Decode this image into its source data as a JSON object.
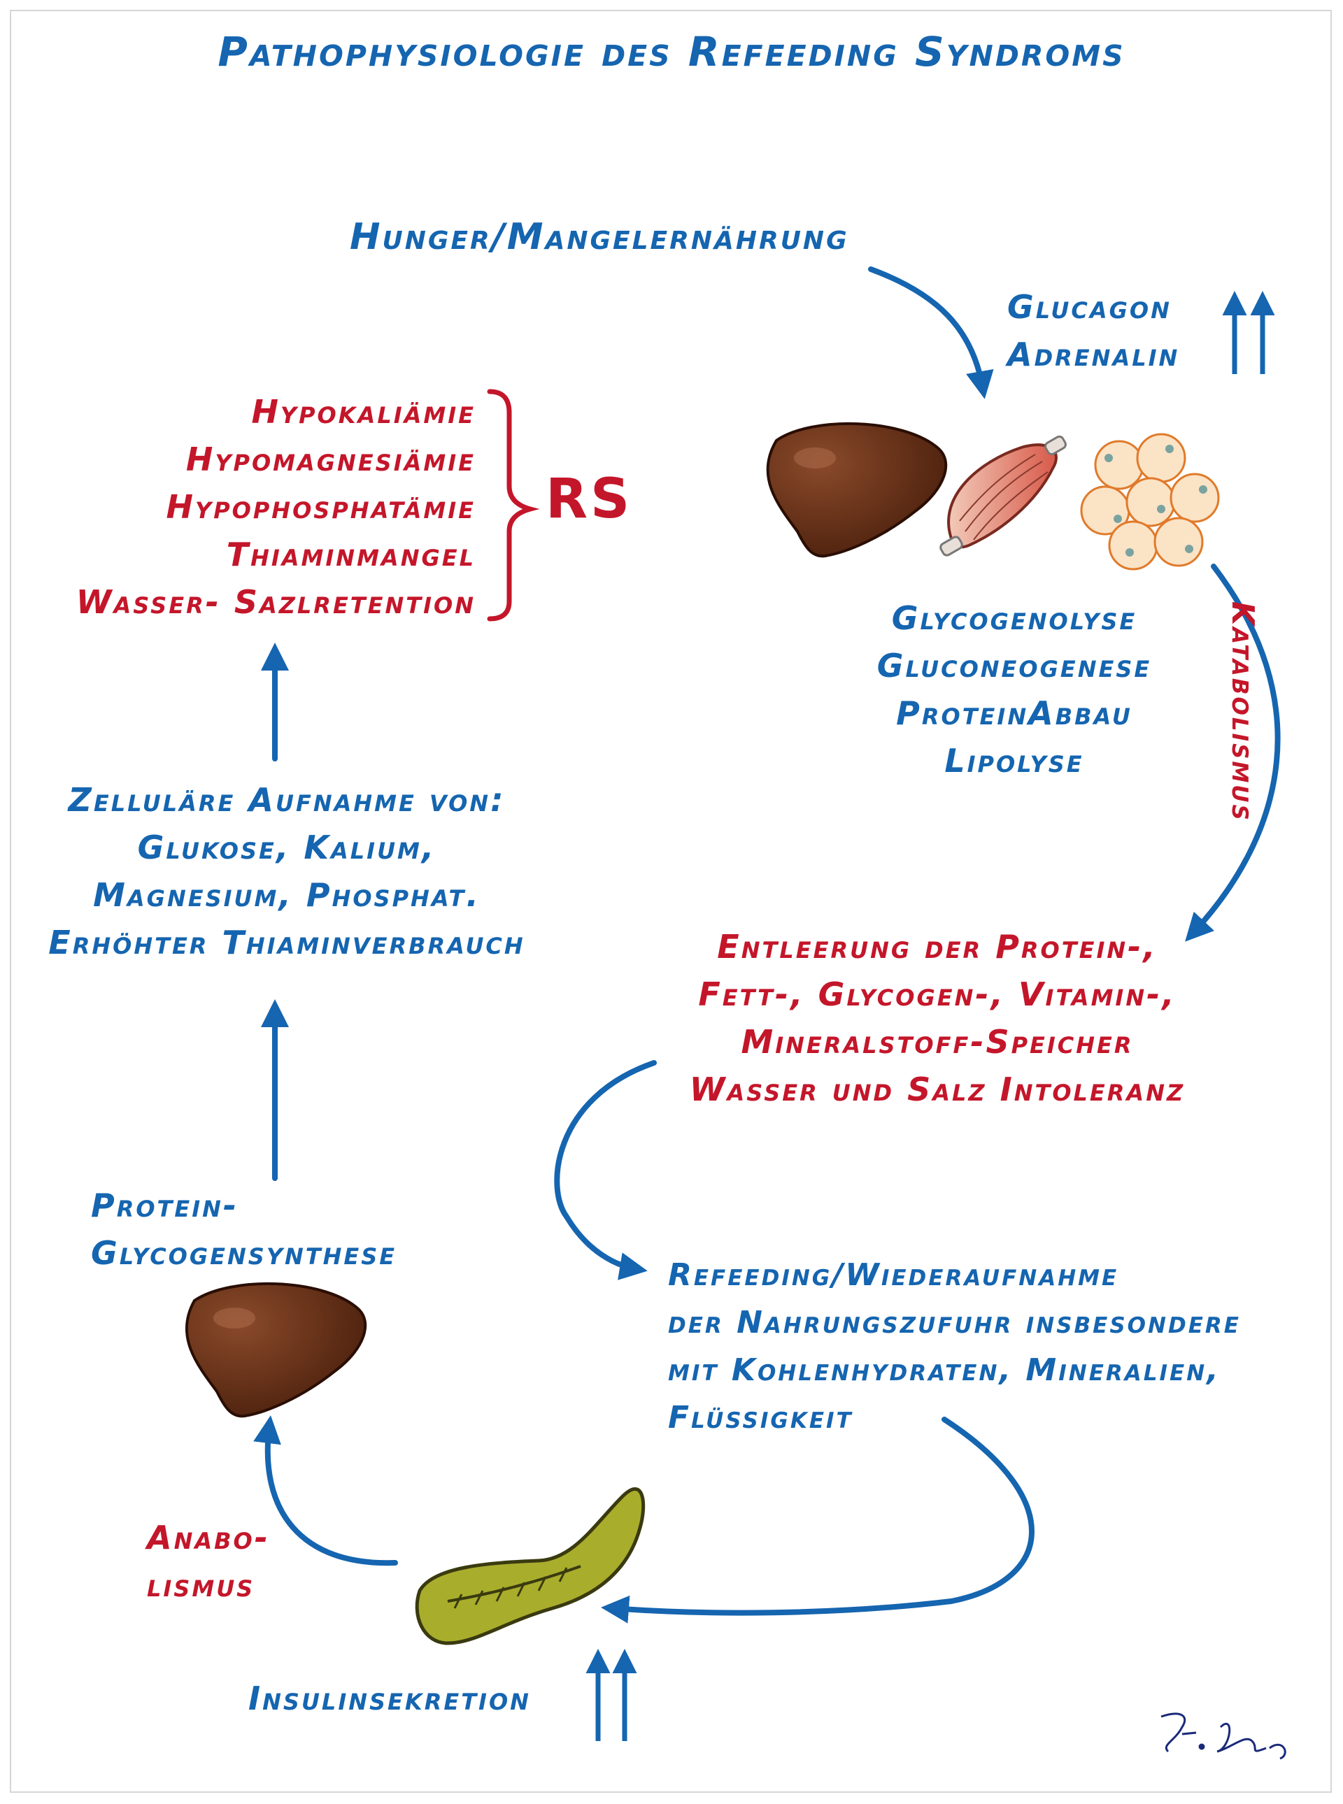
{
  "title": "Pathophysiologie des Refeeding Syndroms",
  "colors": {
    "blue": "#1565b0",
    "red": "#c4162a",
    "liver": "#5a2a12",
    "pancreas": "#a9ad2c"
  },
  "diagram": {
    "hunger": "Hunger/Mangelernährung",
    "hormones": [
      "Glucagon",
      "Adrenalin"
    ],
    "hormones_arrow": "↑↑",
    "rs_symptoms": [
      "Hypokaliämie",
      "Hypomagnesiämie",
      "Hypophosphatämie",
      "Thiaminmangel",
      "Wasser- Sazlretention"
    ],
    "rs_label": "RS",
    "catabolic_processes": [
      "Glycogenolyse",
      "Gluconeogenese",
      "ProteinAbbau",
      "Lipolyse"
    ],
    "katabolismus": "Katabolismus",
    "depletion": [
      "Entleerung der Protein-,",
      "Fett-, Glycogen-, Vitamin-,",
      "Mineralstoff-Speicher",
      "Wasser und Salz Intoleranz"
    ],
    "cellular_uptake": [
      "Zelluläre Aufnahme von:",
      "Glukose, Kalium,",
      "Magnesium, Phosphat.",
      "Erhöhter Thiaminverbrauch"
    ],
    "synthesis": [
      "Protein-",
      "Glycogensynthese"
    ],
    "refeeding": [
      "Refeeding/Wiederaufnahme",
      "der Nahrungszufuhr insbesondere",
      "mit Kohlenhydraten, Mineralien,",
      "Flüssigkeit"
    ],
    "anabolismus": [
      "Anabo-",
      "lismus"
    ],
    "insulin": "Insulinsekretion",
    "insulin_arrow": "↑↑",
    "icons": [
      "liver-icon",
      "muscle-icon",
      "fat-cells-icon",
      "pancreas-icon",
      "signature"
    ]
  }
}
